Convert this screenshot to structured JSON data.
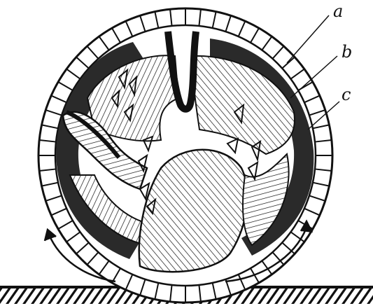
{
  "labels": {
    "a": "a",
    "b": "b",
    "c": "c"
  },
  "colors": {
    "ink": "#111111",
    "background": "#ffffff"
  }
}
